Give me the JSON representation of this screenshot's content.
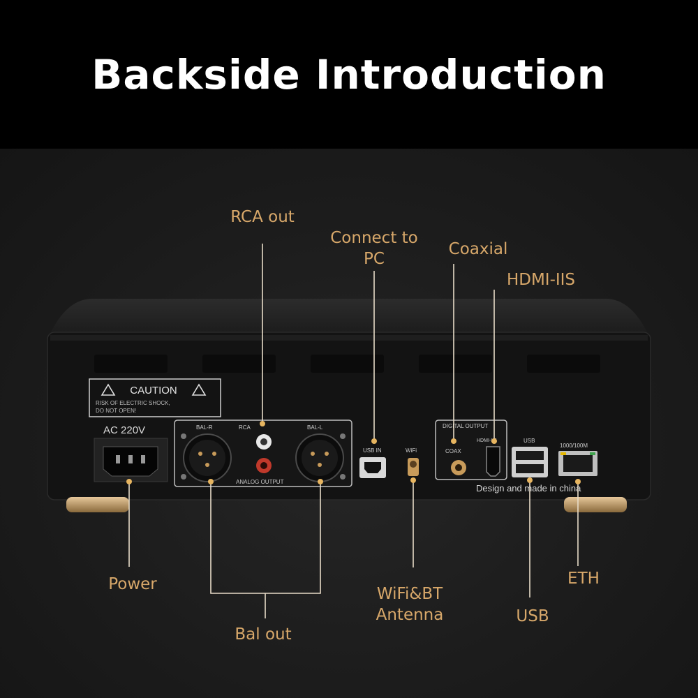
{
  "header": {
    "title": "Backside Introduction"
  },
  "device": {
    "caution_label": "CAUTION",
    "caution_line1": "RISK OF ELECTRIC SHOCK,",
    "caution_line2": "DO NOT OPEN!",
    "ac_label": "AC 220V",
    "bal_r": "BAL-R",
    "rca": "RCA",
    "bal_l": "BAL-L",
    "analog_output": "ANALOG OUTPUT",
    "usb_in": "USB IN",
    "wifi": "WiFi",
    "digital_output": "DIGITAL OUTPUT",
    "coax": "COAX",
    "hdmi_iis": "HDMI-IIS",
    "usb": "USB",
    "ethernet": "1000/100M",
    "made_in": "Design and made in china"
  },
  "callouts": {
    "rca_out": "RCA out",
    "connect_pc_line1": "Connect to",
    "connect_pc_line2": "PC",
    "coaxial": "Coaxial",
    "hdmi_iis": "HDMI-IIS",
    "power": "Power",
    "bal_out": "Bal out",
    "wifi_bt_line1": "WiFi&BT",
    "wifi_bt_line2": "Antenna",
    "usb": "USB",
    "eth": "ETH"
  },
  "colors": {
    "accent_gold": "#d8a86a",
    "header_bg": "#000000",
    "chassis": "#141414"
  }
}
